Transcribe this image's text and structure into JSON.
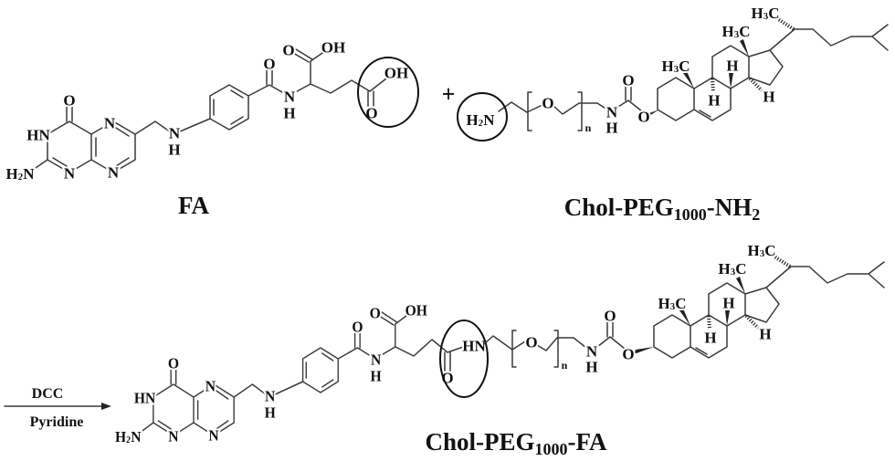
{
  "reactants": {
    "fa": {
      "label": "FA"
    },
    "chol_peg_nh2": {
      "label_parts": [
        "Chol-PEG",
        "1000",
        "-NH",
        "2"
      ]
    }
  },
  "plus": "+",
  "reaction_conditions": {
    "reagent": "DCC",
    "solvent": "Pyridine"
  },
  "product": {
    "label_parts": [
      "Chol-PEG",
      "1000",
      "-FA"
    ]
  },
  "atoms": {
    "O": "O",
    "OH": "OH",
    "HN": "HN",
    "N": "N",
    "H": "H",
    "n": "n",
    "H2N": [
      "H",
      "2",
      "N"
    ],
    "H3C": [
      "H",
      "3",
      "C"
    ]
  }
}
